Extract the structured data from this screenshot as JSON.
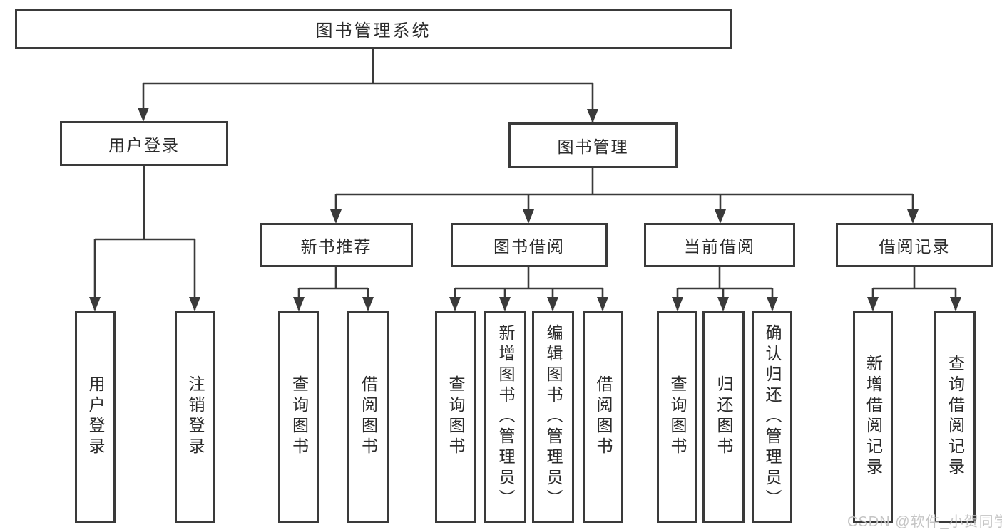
{
  "colors": {
    "line": "#3a3a3a",
    "box_border": "#3a3a3a",
    "text": "#2b2b2b",
    "watermark": "#c5c5c5",
    "background": "#ffffff"
  },
  "watermark": "CSDN @软件_小贺同学",
  "tree": {
    "root": {
      "label": "图书管理系统"
    },
    "branches": [
      {
        "label": "用户登录",
        "children": [
          {
            "label": "用户登录"
          },
          {
            "label": "注销登录"
          }
        ]
      },
      {
        "label": "图书管理",
        "children": [
          {
            "label": "新书推荐",
            "children": [
              {
                "label": "查询图书"
              },
              {
                "label": "借阅图书"
              }
            ]
          },
          {
            "label": "图书借阅",
            "children": [
              {
                "label": "查询图书"
              },
              {
                "label": "新增图书（管理员）"
              },
              {
                "label": "编辑图书（管理员）"
              },
              {
                "label": "借阅图书"
              }
            ]
          },
          {
            "label": "当前借阅",
            "children": [
              {
                "label": "查询图书"
              },
              {
                "label": "归还图书"
              },
              {
                "label": "确认归还（管理员）"
              }
            ]
          },
          {
            "label": "借阅记录",
            "children": [
              {
                "label": "新增借阅记录"
              },
              {
                "label": "查询借阅记录"
              }
            ]
          }
        ]
      }
    ]
  }
}
